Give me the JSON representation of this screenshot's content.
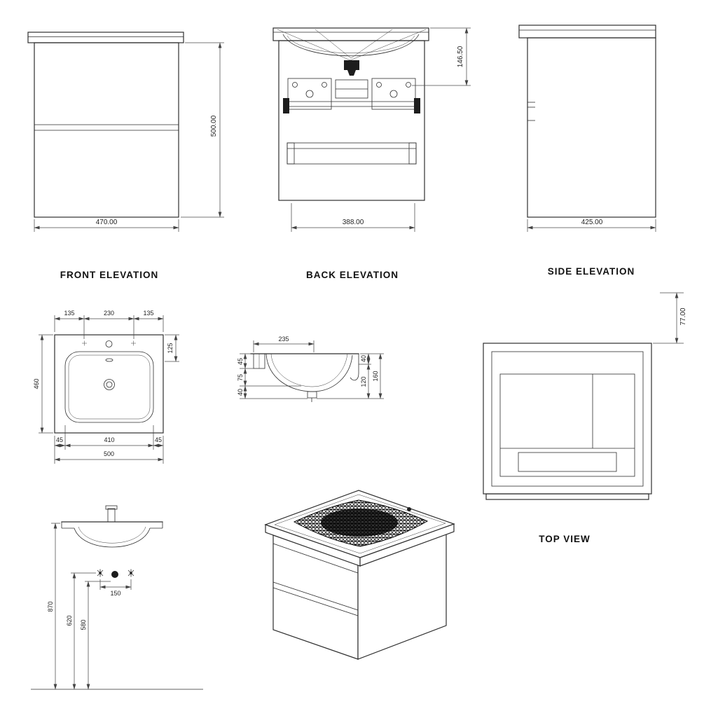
{
  "drawing": {
    "front_elevation": {
      "label": "FRONT ELEVATION",
      "width": "470.00",
      "height": "500.00"
    },
    "back_elevation": {
      "label": "BACK ELEVATION",
      "width": "388.00",
      "basin_depth": "146.50"
    },
    "side_elevation": {
      "label": "SIDE ELEVATION",
      "depth": "425.00"
    },
    "top_view": {
      "label": "TOP VIEW",
      "back_offset": "77.00"
    },
    "basin_plan": {
      "seg_left": "135",
      "seg_center": "230",
      "seg_right": "135",
      "front_depth": "125",
      "depth": "460",
      "margin_left": "45",
      "basin_width": "410",
      "margin_right": "45",
      "total_width": "500"
    },
    "basin_section": {
      "width": "235",
      "left_top": "45",
      "left_mid": "75",
      "left_bottom": "40",
      "right_top": "40",
      "right_bottom": "120",
      "total_height": "160"
    },
    "mounting": {
      "hole_spacing": "150",
      "rim_height": "870",
      "outlet_height": "620",
      "trap_height": "580"
    }
  }
}
